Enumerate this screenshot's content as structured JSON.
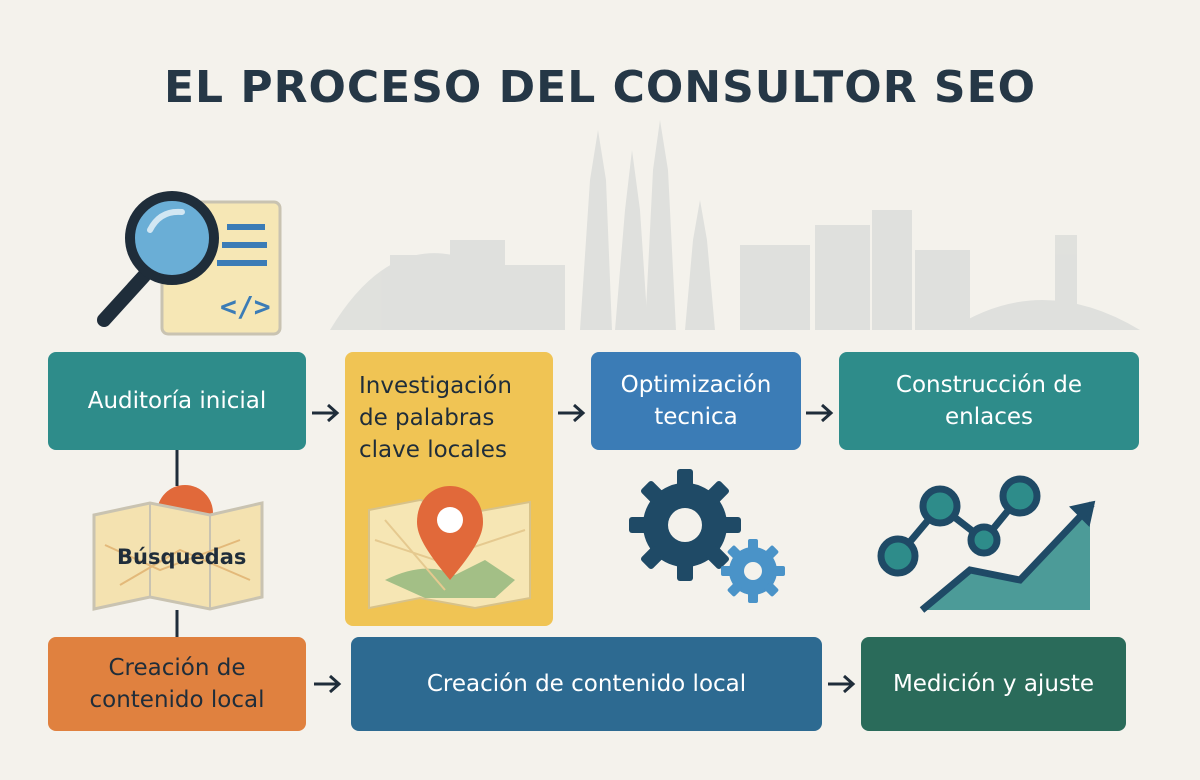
{
  "title": "EL PROCESO DEL CONSULTOR SEO",
  "steps": {
    "audit": "Auditoría inicial",
    "keywords": "Investigación de palabras clave locales",
    "technical": "Optimización tecnica",
    "links": "Construcción de enlaces",
    "content_a": "Creación de contenido local",
    "content_b": "Creación de contenido local",
    "measure": "Medición y ajuste"
  },
  "illustrations": {
    "map_label": "Búsquedas",
    "icons": [
      "magnifier-document-icon",
      "folded-map-icon",
      "map-pin-icon",
      "gears-icon",
      "growth-chart-icon"
    ]
  },
  "colors": {
    "teal": "#2e8c8a",
    "yellow": "#f0c454",
    "blue": "#3b7cb6",
    "orange": "#e0813f",
    "navy": "#2d6a91",
    "dark_green": "#2a6b5a",
    "title": "#253746"
  }
}
